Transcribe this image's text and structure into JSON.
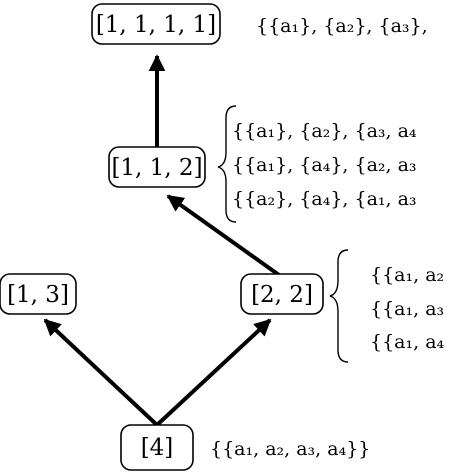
{
  "diagram": {
    "nodes": [
      {
        "id": "n1111",
        "label": "[1, 1, 1, 1]"
      },
      {
        "id": "n112",
        "label": "[1, 1, 2]"
      },
      {
        "id": "n13",
        "label": "[1, 3]"
      },
      {
        "id": "n22",
        "label": "[2, 2]"
      },
      {
        "id": "n4",
        "label": "[4]"
      }
    ],
    "edges": [
      {
        "from": "n112",
        "to": "n1111"
      },
      {
        "from": "n22",
        "to": "n112"
      },
      {
        "from": "n4",
        "to": "n13"
      },
      {
        "from": "n4",
        "to": "n22"
      }
    ],
    "partitions": {
      "n1111": [
        "{{a₁}, {a₂}, {a₃},"
      ],
      "n112": [
        "{{a₁}, {a₂}, {a₃, a₄",
        "{{a₁}, {a₄}, {a₂, a₃",
        "{{a₂}, {a₄}, {a₁, a₃"
      ],
      "n22": [
        "{{a₁, a₂",
        "{{a₁, a₃",
        "{{a₁, a₄"
      ],
      "n4": [
        "{{a₁, a₂, a₃, a₄}}"
      ]
    }
  }
}
